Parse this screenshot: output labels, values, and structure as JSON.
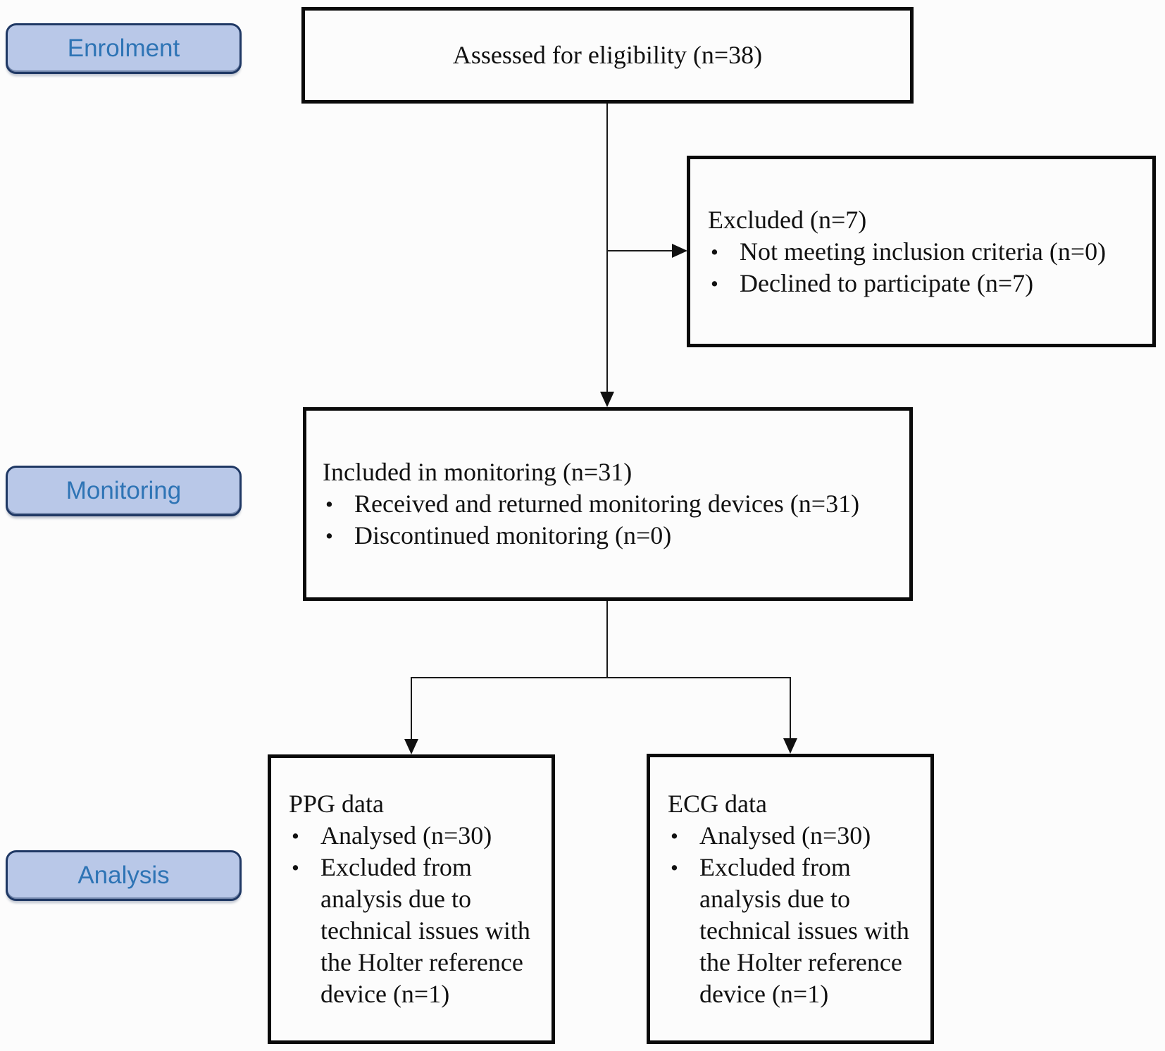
{
  "figure": {
    "bullet_glyph": "•",
    "stages": [
      {
        "id": "enrolment",
        "label": "Enrolment"
      },
      {
        "id": "monitoring",
        "label": "Monitoring"
      },
      {
        "id": "analysis",
        "label": "Analysis"
      }
    ],
    "boxes": {
      "assessed": {
        "title": "Assessed for eligibility (n=38)"
      },
      "excluded": {
        "title": "Excluded (n=7)",
        "bullets": [
          "Not meeting inclusion criteria (n=0)",
          "Declined to participate (n=7)"
        ]
      },
      "included": {
        "title": "Included in monitoring (n=31)",
        "bullets": [
          "Received and returned monitoring devices (n=31)",
          "Discontinued monitoring (n=0)"
        ]
      },
      "ppg": {
        "title": "PPG data",
        "bullets": [
          "Analysed (n=30)",
          "Excluded from analysis due to technical issues with the Holter reference device (n=1)"
        ]
      },
      "ecg": {
        "title": "ECG data",
        "bullets": [
          "Analysed (n=30)",
          "Excluded from analysis due to technical issues with the Holter reference device (n=1)"
        ]
      }
    },
    "colors": {
      "stage_fill": "#b9c8e8",
      "stage_border": "#1f3864",
      "stage_text": "#2e74b5",
      "box_border": "#0a0a0a",
      "connector": "#1a1a1a",
      "background": "#fcfcfc"
    }
  }
}
